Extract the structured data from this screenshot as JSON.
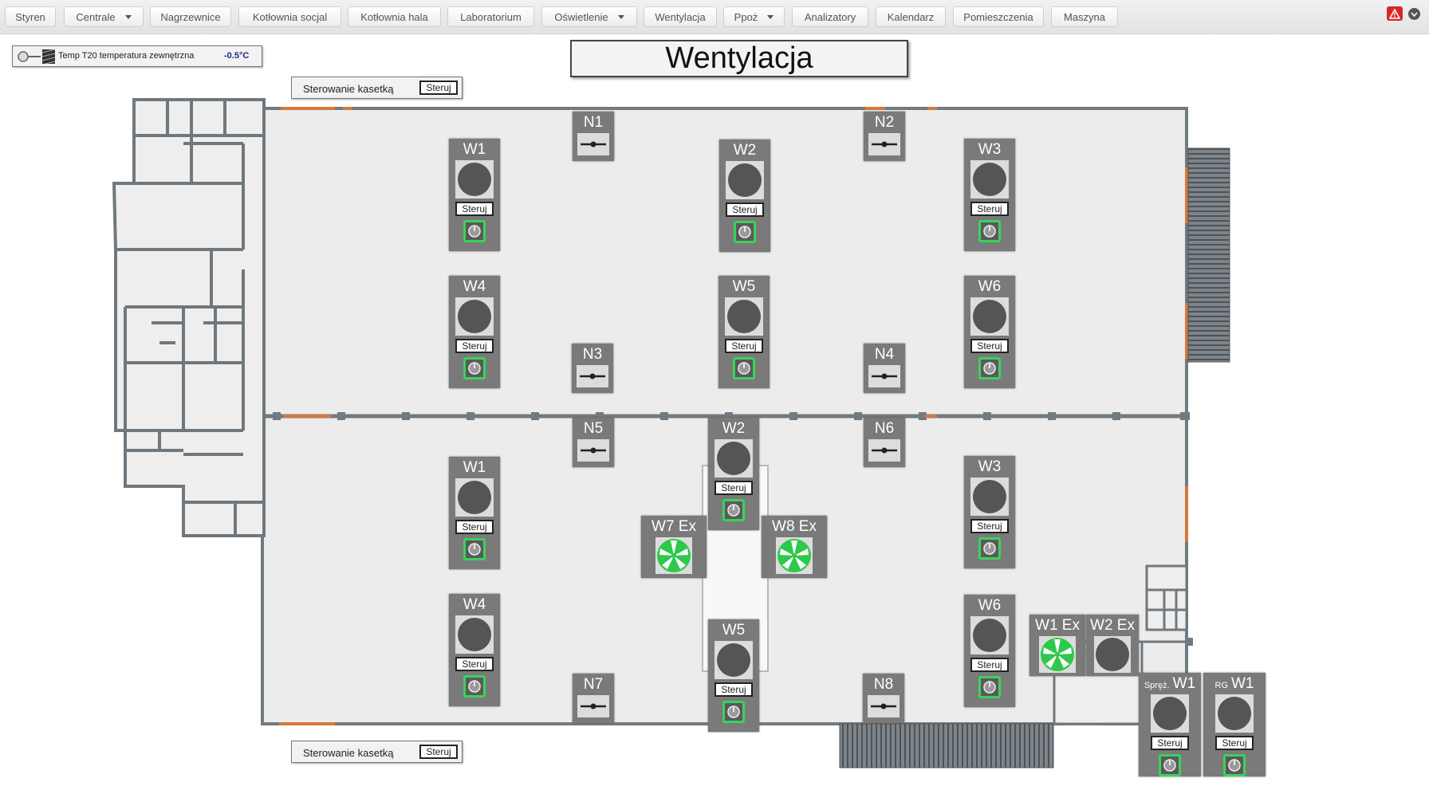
{
  "nav": {
    "items": [
      {
        "label": "Styren",
        "dropdown": false
      },
      {
        "label": "Centrale",
        "dropdown": true
      },
      {
        "label": "Nagrzewnice",
        "dropdown": false
      },
      {
        "label": "Kotłownia socjal",
        "dropdown": false
      },
      {
        "label": "Kotłownia hala",
        "dropdown": false
      },
      {
        "label": "Laboratorium",
        "dropdown": false
      },
      {
        "label": "Oświetlenie",
        "dropdown": true
      },
      {
        "label": "Wentylacja",
        "dropdown": false
      },
      {
        "label": "Ppoż",
        "dropdown": true
      },
      {
        "label": "Analizatory",
        "dropdown": false
      },
      {
        "label": "Kalendarz",
        "dropdown": false
      },
      {
        "label": "Pomieszczenia",
        "dropdown": false
      },
      {
        "label": "Maszyna",
        "dropdown": false
      }
    ],
    "alarm_icon": "warning-icon",
    "collapse_icon": "chevron-down-icon"
  },
  "temperature": {
    "label": "Temp T20 temperatura zewnętrzna",
    "value": "-0.5°C"
  },
  "page_title": "Wentylacja",
  "kasetka_top": {
    "label": "Sterowanie kasetką",
    "button": "Steruj"
  },
  "kasetka_bottom": {
    "label": "Sterowanie kasetką",
    "button": "Steruj"
  },
  "units": {
    "upper_w1": {
      "label": "W1",
      "button": "Steruj",
      "running": false
    },
    "upper_w2": {
      "label": "W2",
      "button": "Steruj",
      "running": false
    },
    "upper_w3": {
      "label": "W3",
      "button": "Steruj",
      "running": false
    },
    "upper_w4": {
      "label": "W4",
      "button": "Steruj",
      "running": false
    },
    "upper_w5": {
      "label": "W5",
      "button": "Steruj",
      "running": false
    },
    "upper_w6": {
      "label": "W6",
      "button": "Steruj",
      "running": false
    },
    "lower_w1": {
      "label": "W1",
      "button": "Steruj",
      "running": false
    },
    "lower_w2": {
      "label": "W2",
      "button": "Steruj",
      "running": false
    },
    "lower_w3": {
      "label": "W3",
      "button": "Steruj",
      "running": false
    },
    "lower_w4": {
      "label": "W4",
      "button": "Steruj",
      "running": false
    },
    "lower_w5": {
      "label": "W5",
      "button": "Steruj",
      "running": false
    },
    "lower_w6": {
      "label": "W6",
      "button": "Steruj",
      "running": false
    },
    "sprez_w1": {
      "prefix": "Spręż.",
      "label": "W1",
      "button": "Steruj",
      "running": false
    },
    "rg_w1": {
      "prefix": "RG",
      "label": "W1",
      "button": "Steruj",
      "running": false
    }
  },
  "exhaust": {
    "w7ex": {
      "label": "W7 Ex",
      "running": true
    },
    "w8ex": {
      "label": "W8 Ex",
      "running": true
    },
    "w1ex": {
      "label": "W1 Ex",
      "running": true
    },
    "w2ex": {
      "label": "W2 Ex",
      "running": false
    }
  },
  "dampers": {
    "n1": "N1",
    "n2": "N2",
    "n3": "N3",
    "n4": "N4",
    "n5": "N5",
    "n6": "N6",
    "n7": "N7",
    "n8": "N8"
  },
  "colors": {
    "running_green": "#2ec94a",
    "knob_border": "#3ad35a",
    "unit_bg": "#7a7a7a",
    "alarm_red": "#d62828"
  }
}
